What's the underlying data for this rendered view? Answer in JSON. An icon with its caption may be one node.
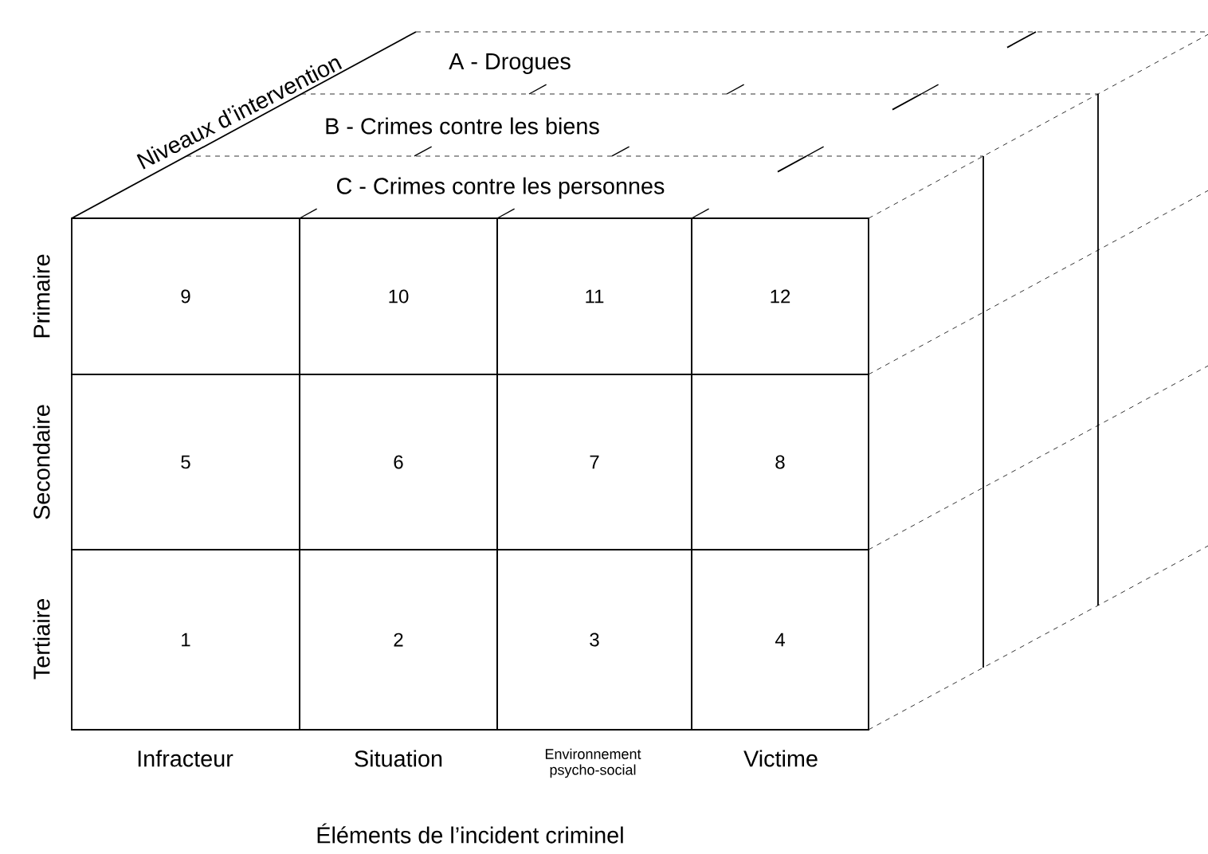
{
  "diagram": {
    "nodes": [
      {
        "text": [
          "9"
        ]
      },
      {
        "text": [
          "10"
        ]
      },
      {
        "text": [
          "11"
        ]
      },
      {
        "text": [
          "12"
        ]
      },
      {
        "text": [
          "5"
        ]
      },
      {
        "text": [
          "6"
        ]
      },
      {
        "text": [
          "7"
        ]
      },
      {
        "text": [
          "8"
        ]
      },
      {
        "text": [
          "1"
        ]
      },
      {
        "text": [
          "2"
        ]
      },
      {
        "text": [
          "3"
        ]
      },
      {
        "text": [
          "4"
        ]
      }
    ],
    "labels": [
      "Niveaux d’intervention",
      "A - Drogues",
      "B - Crimes contre les biens",
      "C - Crimes contre les personnes",
      "Primaire",
      "Secondaire",
      "Tertiaire",
      "Infracteur",
      "Situation",
      "Environnement psycho-social",
      "Victime",
      "Éléments de l’incident criminel"
    ]
  }
}
